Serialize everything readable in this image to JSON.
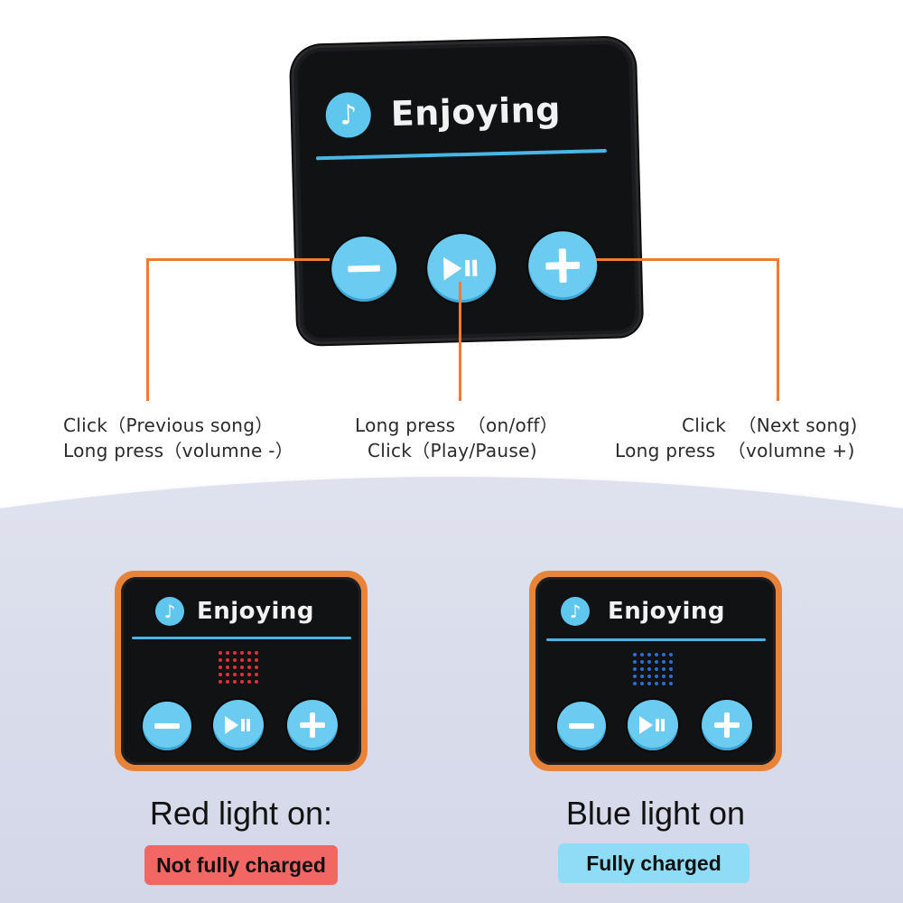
{
  "patch_title": "Enjoying",
  "controls": {
    "minus": {
      "line1": "Click（Previous song）",
      "line2": "Long press（volumne -）"
    },
    "play": {
      "line1": "Long press  （on/off）",
      "line2": "Click（Play/Pause)"
    },
    "plus": {
      "line1": "Click  （Next song)",
      "line2": "Long press  （volumne +)"
    }
  },
  "indicators": {
    "red": {
      "caption": "Red light on:",
      "status": "Not fully charged",
      "led_color": "#e0303a",
      "badge_color": "#f26663"
    },
    "blue": {
      "caption": "Blue light on",
      "status": "Fully charged",
      "led_color": "#2b6fd6",
      "badge_color": "#8fdcf6"
    }
  },
  "colors": {
    "accent_orange": "#ee7d33",
    "button_blue": "#6ccbf0",
    "patch_black": "#111214"
  }
}
